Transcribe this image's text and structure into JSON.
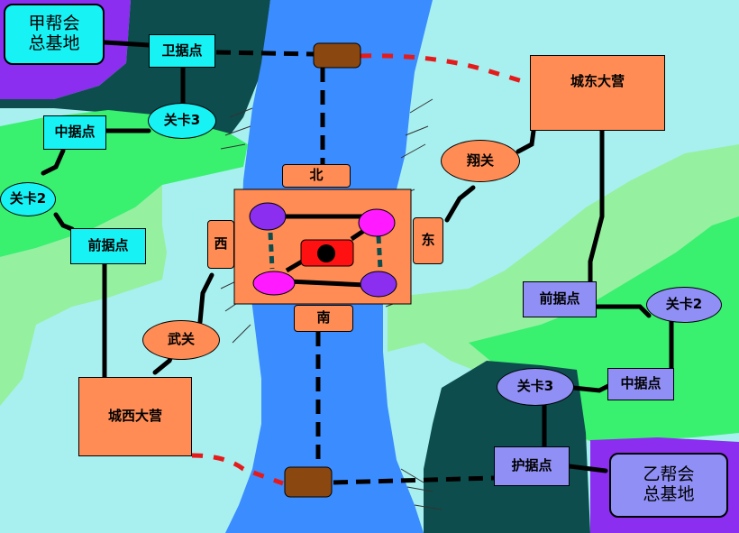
{
  "colors": {
    "river": "#3a8cff",
    "cyan_node": "#17f2f5",
    "orange": "#ff8c55",
    "lavender": "#8f8ff5",
    "brown": "#8a4710",
    "purple_region": "#8b2ef0",
    "dark_teal": "#0d4d4d",
    "green": "#39f06f",
    "light_green": "#95f0a0",
    "pale_cyan": "#a8f0f0"
  },
  "map": {
    "north_base": {
      "line1": "甲帮会",
      "line2": "总基地"
    },
    "south_base": {
      "line1": "乙帮会",
      "line2": "总基地"
    },
    "west_camp": "城西大营",
    "east_camp": "城东大营",
    "west_nodes": {
      "guard_post": "卫据点",
      "pass3": "关卡3",
      "middle_post": "中据点",
      "pass2": "关卡2",
      "front_post": "前据点",
      "wu_pass": "武关"
    },
    "east_nodes": {
      "xiang_pass": "翔关",
      "front_post": "前据点",
      "pass2": "关卡2",
      "pass3": "关卡3",
      "middle_post": "中据点",
      "guard_post": "护据点"
    },
    "city_gates": {
      "north": "北",
      "south": "南",
      "west": "西",
      "east": "东"
    }
  }
}
